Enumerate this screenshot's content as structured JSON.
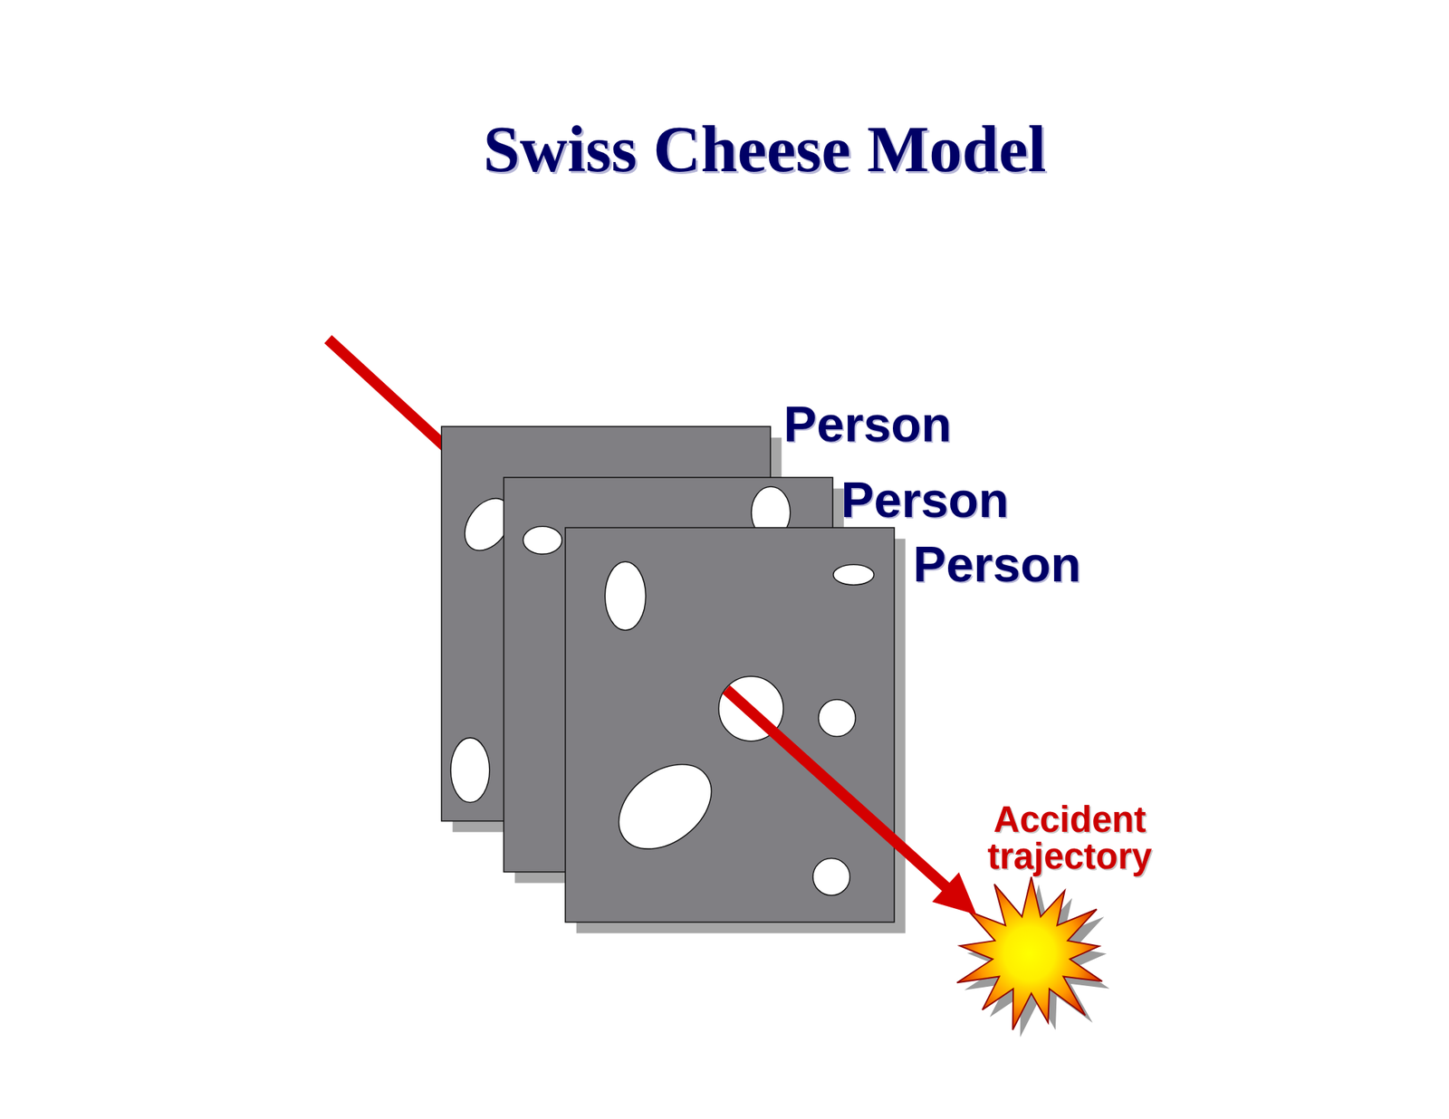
{
  "diagram": {
    "title": "Swiss Cheese Model",
    "nodes": [
      {
        "text": [
          "Person"
        ]
      },
      {
        "text": [
          "Person"
        ]
      },
      {
        "text": [
          "Person"
        ]
      }
    ],
    "labels": [
      "Accident trajectory"
    ]
  }
}
